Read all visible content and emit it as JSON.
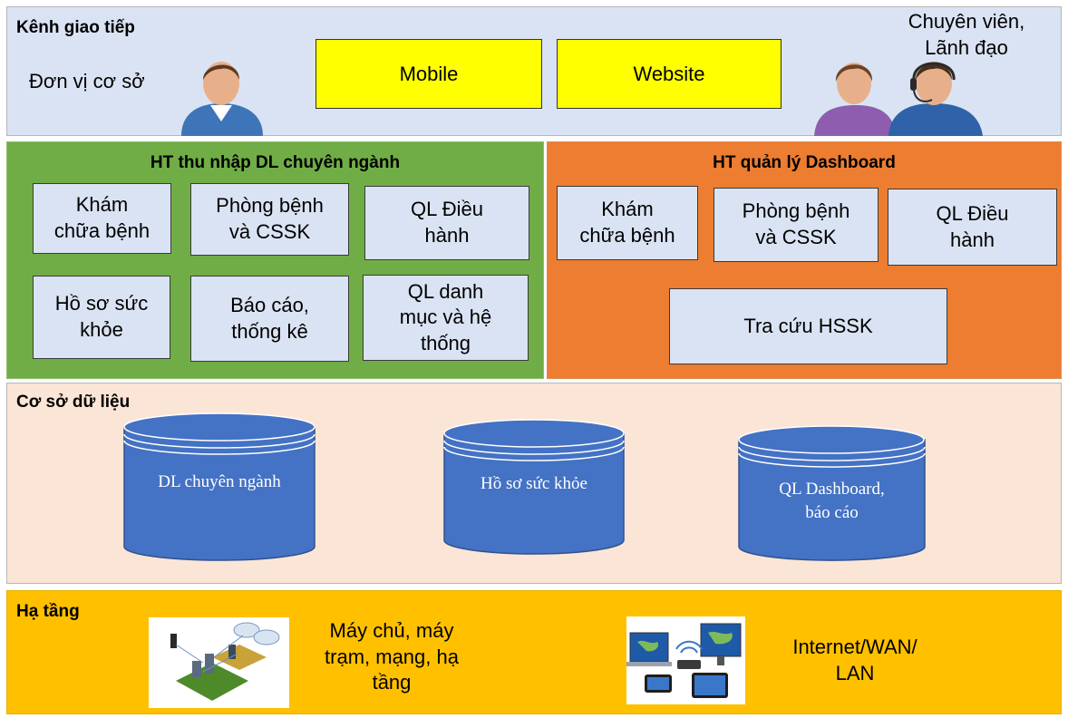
{
  "channels": {
    "title": "Kênh giao tiếp",
    "left_actor": "Đơn vị cơ sở",
    "right_actor_line1": "Chuyên viên,",
    "right_actor_line2": "Lãnh đạo",
    "mobile": "Mobile",
    "website": "Website"
  },
  "collect": {
    "title": "HT thu nhập DL chuyên ngành",
    "modules": [
      {
        "line1": "Khám",
        "line2": "chữa bệnh",
        "line3": ""
      },
      {
        "line1": "Phòng bệnh",
        "line2": "và CSSK",
        "line3": ""
      },
      {
        "line1": "QL Điều",
        "line2": "hành",
        "line3": ""
      },
      {
        "line1": "Hồ sơ sức",
        "line2": "khỏe",
        "line3": ""
      },
      {
        "line1": "Báo cáo,",
        "line2": "thống kê",
        "line3": ""
      },
      {
        "line1": "QL danh",
        "line2": "mục và hệ",
        "line3": "thống"
      }
    ]
  },
  "dashboard": {
    "title": "HT quản lý Dashboard",
    "modules": [
      {
        "line1": "Khám",
        "line2": "chữa bệnh"
      },
      {
        "line1": "Phòng bệnh",
        "line2": "và CSSK"
      },
      {
        "line1": "QL Điều",
        "line2": "hành"
      }
    ],
    "lookup": "Tra cứu HSSK"
  },
  "database": {
    "title": "Cơ sở dữ liệu",
    "stores": [
      {
        "line1": "DL chuyên ngành",
        "line2": ""
      },
      {
        "line1": "Hồ sơ sức khỏe",
        "line2": ""
      },
      {
        "line1": "QL Dashboard,",
        "line2": "báo cáo"
      }
    ]
  },
  "infra": {
    "title": "Hạ tầng",
    "servers_line1": "Máy chủ, máy",
    "servers_line2": "trạm, mạng, hạ",
    "servers_line3": "tầng",
    "network_line1": "Internet/WAN/",
    "network_line2": "LAN"
  },
  "colors": {
    "channels_bg": "#dae3f3",
    "collect_bg": "#70ad47",
    "dashboard_bg": "#ed7d31",
    "database_bg": "#fbe5d6",
    "infra_bg": "#ffc000",
    "module_bg": "#dae3f3",
    "channel_box_bg": "#ffff00",
    "cylinder_fill": "#4472c4"
  },
  "icons": [
    "person-icon",
    "people-headset-icon",
    "network-diagram-icon",
    "devices-icon"
  ]
}
